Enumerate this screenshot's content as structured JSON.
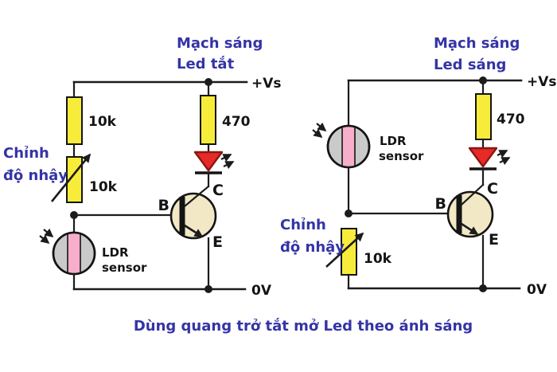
{
  "colors": {
    "bg": "#ffffff",
    "blue": "#3434a6",
    "ink": "#141414",
    "wire": "#1c1c1c",
    "resistor": "#f8ec3b",
    "led": "#e62a26",
    "led_stroke": "#8a1714",
    "transistor": "#f2e8c6",
    "ldr_body": "#cacaca",
    "ldr_stripe": "#f6aecb"
  },
  "caption": "Dùng quang trở tắt mở Led theo ánh sáng",
  "left": {
    "title1": "Mạch sáng",
    "title2": "Led tắt",
    "vs": "+Vs",
    "gnd": "0V",
    "r1": "10k",
    "pot": "10k",
    "r2": "470",
    "adjust1": "Chỉnh",
    "adjust2": "độ nhậy",
    "ldr1": "LDR",
    "ldr2": "sensor",
    "b": "B",
    "c": "C",
    "e": "E"
  },
  "right": {
    "title1": "Mạch sáng",
    "title2": "Led sáng",
    "vs": "+Vs",
    "gnd": "0V",
    "pot": "10k",
    "r2": "470",
    "adjust1": "Chỉnh",
    "adjust2": "độ nhậy",
    "ldr1": "LDR",
    "ldr2": "sensor",
    "b": "B",
    "c": "C",
    "e": "E"
  }
}
